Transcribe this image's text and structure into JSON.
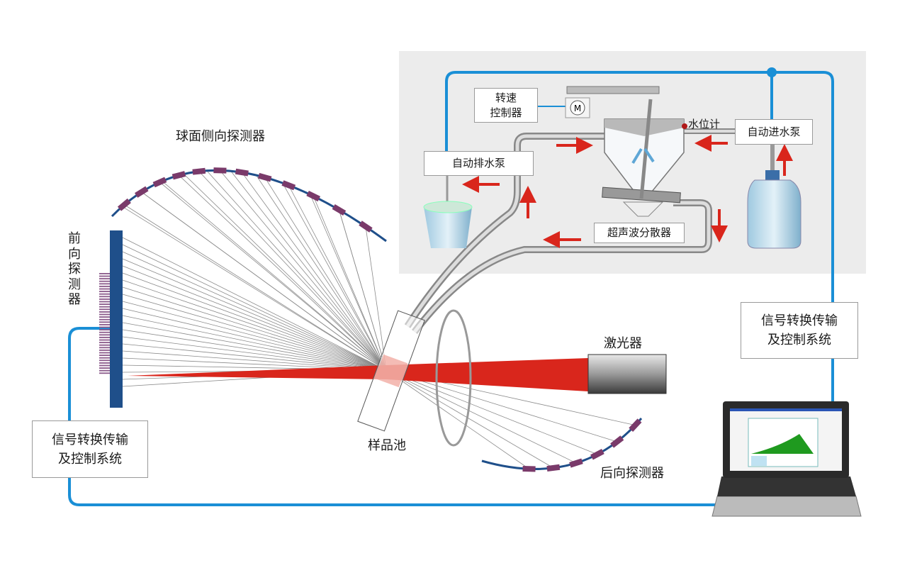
{
  "labels": {
    "side_detector": "球面侧向探测器",
    "forward_detector": "前向探测器",
    "sample_cell": "样品池",
    "laser": "激光器",
    "back_detector": "后向探测器",
    "water_level": "水位计"
  },
  "boxes": {
    "speed_controller_line1": "转速",
    "speed_controller_line2": "控制器",
    "auto_inlet_pump": "自动进水泵",
    "auto_drain_pump": "自动排水泵",
    "ultrasonic_disperser": "超声波分散器",
    "signal_system_right_line1": "信号转换传输",
    "signal_system_right_line2": "及控制系统",
    "signal_system_left_line1": "信号转换传输",
    "signal_system_left_line2": "及控制系统"
  },
  "icons": {
    "motor": "M"
  },
  "colors": {
    "signal_line": "#1a8fd6",
    "laser_beam": "#d9261c",
    "flow_arrow": "#d9261c",
    "detector_bar": "#1f4f8a",
    "detector_element": "#7a3a6a",
    "panel_bg": "#ececec"
  }
}
